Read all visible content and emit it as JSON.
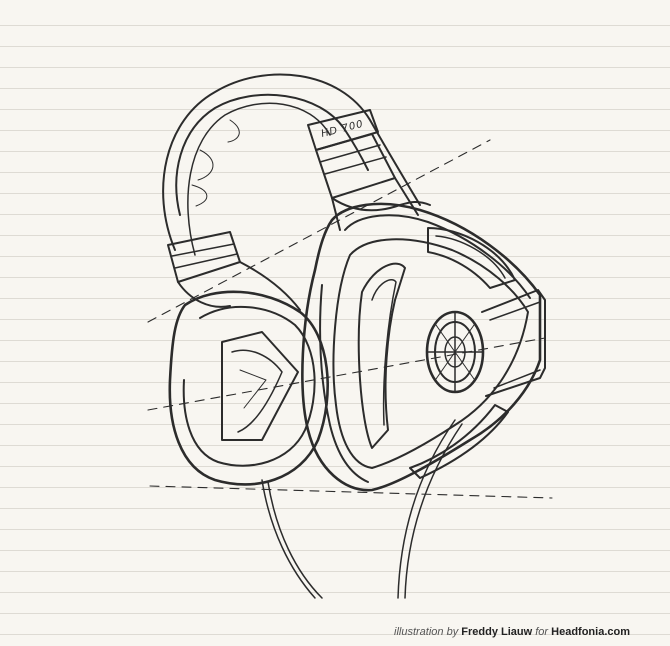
{
  "illustration": {
    "subject": "headphones-sketch",
    "model_label": "HD 700"
  },
  "credit": {
    "prefix": "illustration by",
    "artist": "Freddy Liauw",
    "connector": "for",
    "publisher": "Headfonia.com"
  },
  "colors": {
    "paper": "#f8f6f1",
    "ruled_line": "#dedbd4",
    "ink": "#2c2c2c"
  }
}
